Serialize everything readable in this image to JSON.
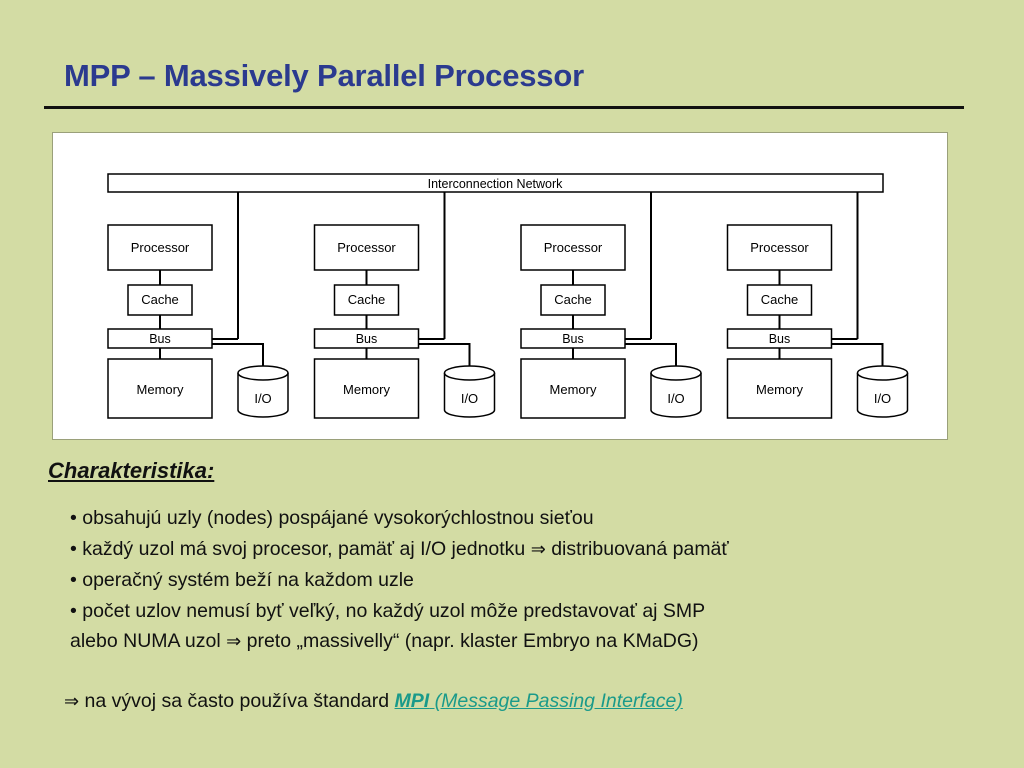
{
  "title": "MPP – Massively Parallel Processor",
  "diagram": {
    "network_label": "Interconnection Network",
    "nodes": [
      {
        "processor": "Processor",
        "cache": "Cache",
        "bus": "Bus",
        "memory": "Memory",
        "io": "I/O"
      },
      {
        "processor": "Processor",
        "cache": "Cache",
        "bus": "Bus",
        "memory": "Memory",
        "io": "I/O"
      },
      {
        "processor": "Processor",
        "cache": "Cache",
        "bus": "Bus",
        "memory": "Memory",
        "io": "I/O"
      },
      {
        "processor": "Processor",
        "cache": "Cache",
        "bus": "Bus",
        "memory": "Memory",
        "io": "I/O"
      }
    ]
  },
  "section": {
    "heading": "Charakteristika:",
    "bullets": [
      {
        "text": "• obsahujú uzly (nodes) pospájané vysokorýchlostnou sieťou"
      },
      {
        "text": "• každý uzol má svoj procesor, pamäť aj I/O jednotku",
        "arrow": "⇒",
        "after": " distribuovaná pamäť"
      },
      {
        "text": "• operačný systém beží na každom uzle"
      },
      {
        "text": "• počet uzlov nemusí byť veľký, no každý uzol môže predstavovať aj SMP"
      },
      {
        "text": "alebo NUMA uzol",
        "arrow": "⇒",
        "after": " preto „massivelly“ (napr. klaster Embryo na KMaDG)"
      }
    ]
  },
  "footnote": {
    "arrow": "⇒",
    "text": " na vývoj sa často používa štandard ",
    "link_bold": "MPI",
    "link_rest": " (Message Passing Interface)"
  },
  "colors": {
    "background": "#d3dca4",
    "title": "#2b3a8f",
    "link": "#1a9a8a"
  }
}
